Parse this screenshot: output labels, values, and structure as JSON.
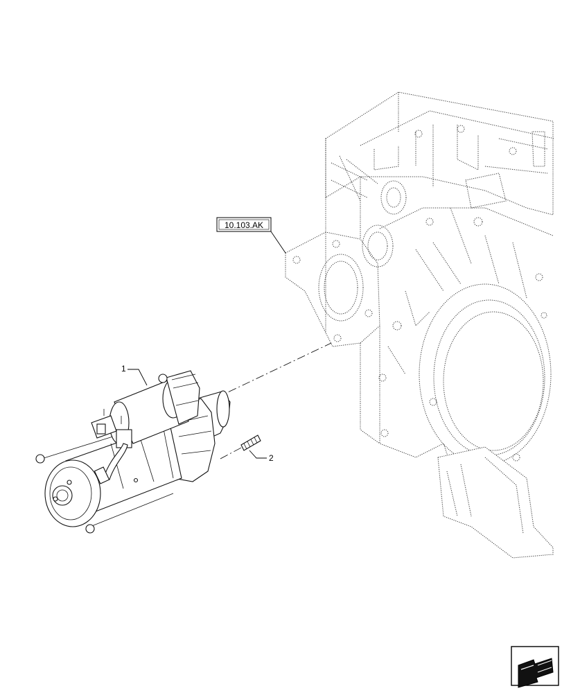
{
  "reference": {
    "code": "10.103.AK"
  },
  "callouts": [
    {
      "number": "1"
    },
    {
      "number": "2"
    }
  ],
  "nav_icon": "exploded-view-arrow-icon"
}
